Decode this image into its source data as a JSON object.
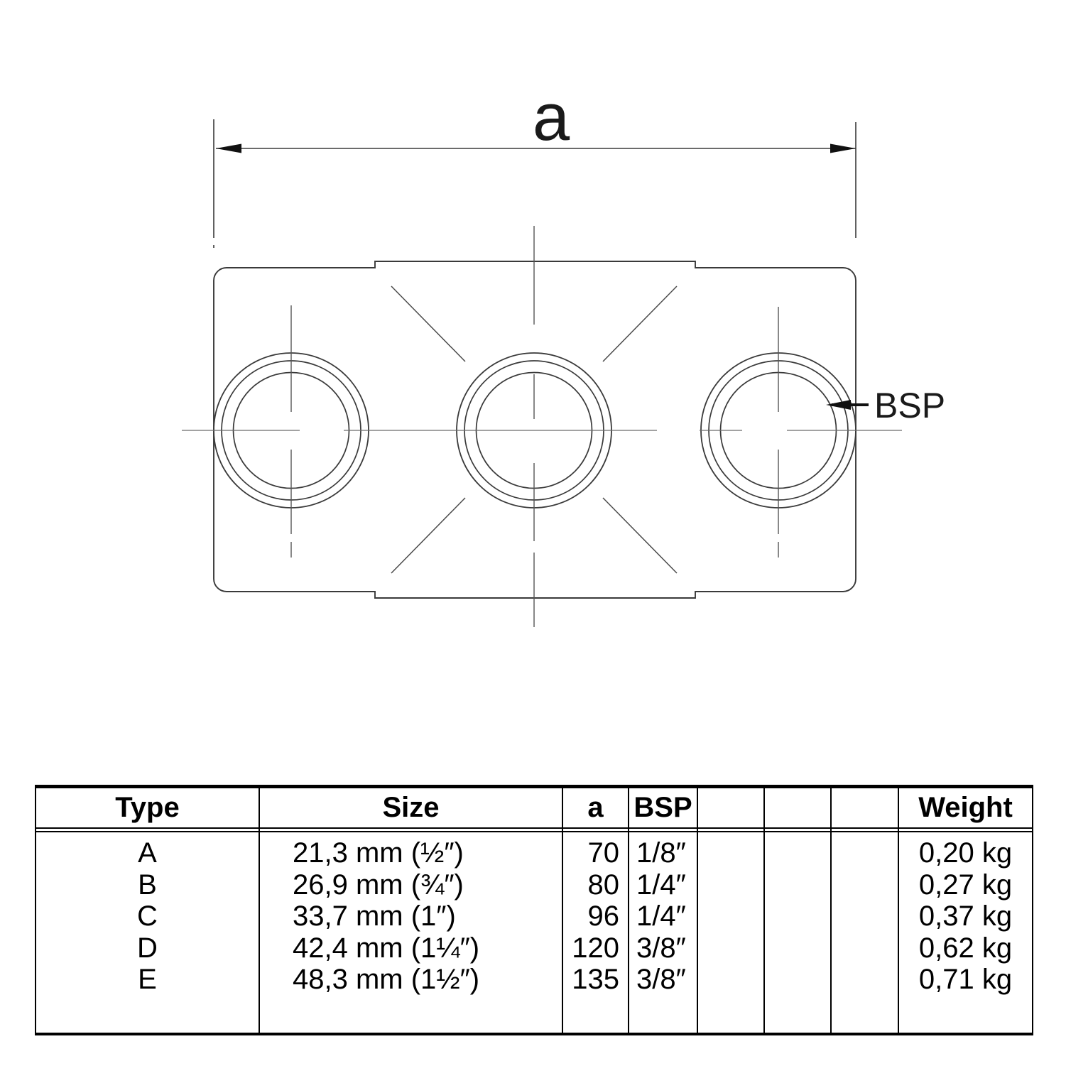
{
  "drawing": {
    "dimension_label": "a",
    "bsp_label": "BSP"
  },
  "table": {
    "headers": [
      "Type",
      "Size",
      "a",
      "BSP",
      "",
      "",
      "",
      "Weight"
    ],
    "rows": [
      {
        "type": "A",
        "size": "21,3 mm (½″)",
        "a": "70",
        "bsp": "1/8″",
        "weight": "0,20 kg"
      },
      {
        "type": "B",
        "size": "26,9 mm (¾″)",
        "a": "80",
        "bsp": "1/4″",
        "weight": "0,27 kg"
      },
      {
        "type": "C",
        "size": "33,7 mm (1″)",
        "a": "96",
        "bsp": "1/4″",
        "weight": "0,37 kg"
      },
      {
        "type": "D",
        "size": "42,4 mm (1¼″)",
        "a": "120",
        "bsp": "3/8″",
        "weight": "0,62 kg"
      },
      {
        "type": "E",
        "size": "48,3 mm (1½″)",
        "a": "135",
        "bsp": "3/8″",
        "weight": "0,71 kg"
      }
    ]
  },
  "colors": {
    "background": "#ffffff",
    "outline": "#3a3a3a",
    "centerline": "#6b6b6b",
    "text": "#000000"
  }
}
